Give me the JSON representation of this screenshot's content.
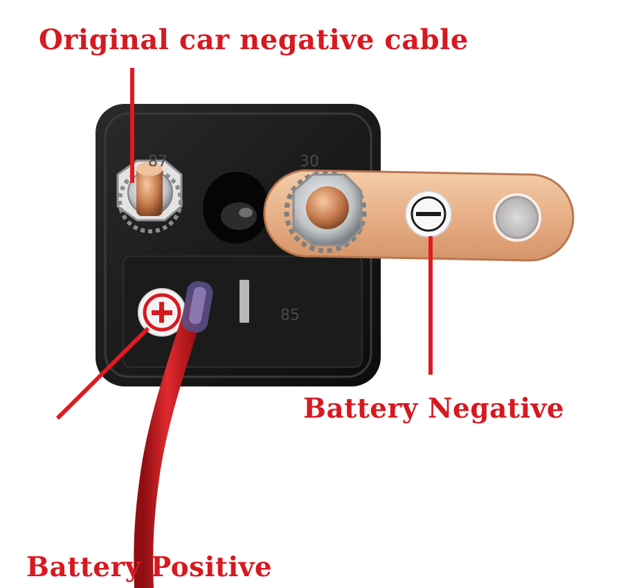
{
  "labels": {
    "original_cable": "Original car negative cable",
    "battery_negative": "Battery Negative",
    "battery_positive": "Battery Positive"
  },
  "markings": {
    "terminal_87": "87",
    "terminal_30": "30",
    "terminal_85": "85"
  },
  "colors": {
    "label_red": "#d71920",
    "pointer_red": "#e11a1f",
    "housing": "#151515",
    "copper_bar": "#e9b48c",
    "wire_red": "#c8181c"
  },
  "icons": [
    "plus-icon",
    "minus-icon"
  ]
}
